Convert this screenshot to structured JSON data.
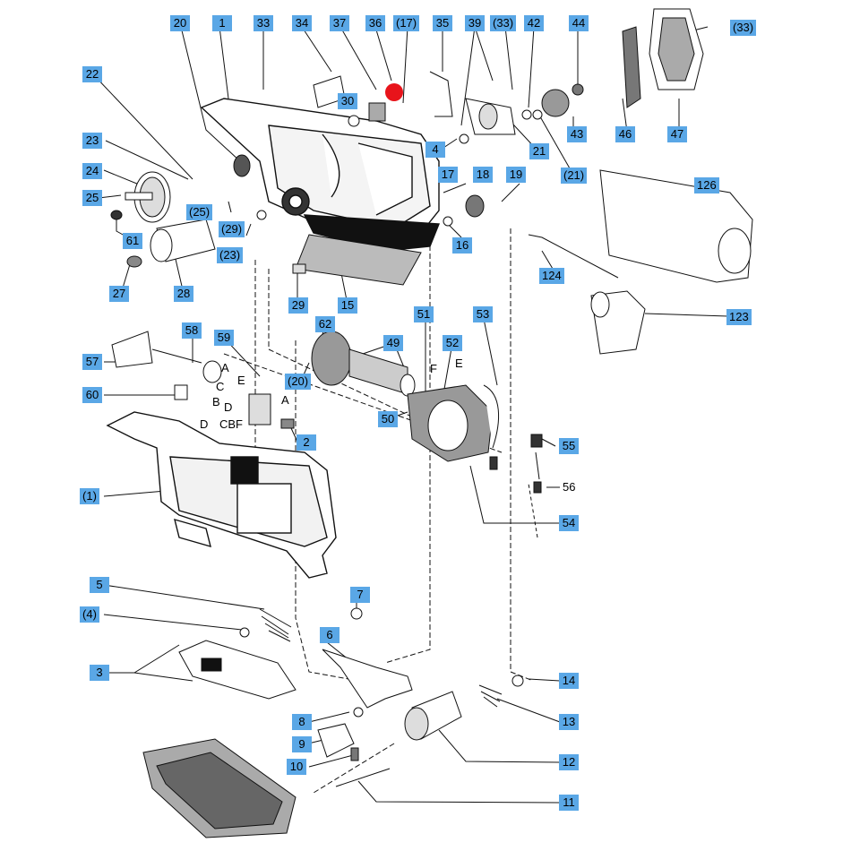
{
  "labels": {
    "l20": "20",
    "l1": "1",
    "l33a": "33",
    "l34": "34",
    "l37": "37",
    "l36": "36",
    "l17a": "(17)",
    "l35": "35",
    "l39": "39",
    "l33b": "(33)",
    "l42": "42",
    "l44": "44",
    "l33c": "(33)",
    "l22": "22",
    "l30": "30",
    "l23": "23",
    "l24": "24",
    "l25": "25",
    "l25b": "(25)",
    "l29b": "(29)",
    "l61": "61",
    "l23b": "(23)",
    "l27": "27",
    "l28": "28",
    "l4": "4",
    "l21": "21",
    "l43": "43",
    "l46": "46",
    "l47": "47",
    "l21b": "(21)",
    "l17": "17",
    "l18": "18",
    "l19": "19",
    "l16": "16",
    "l126": "126",
    "l124": "124",
    "l29": "29",
    "l15": "15",
    "l123": "123",
    "l62": "62",
    "l49": "49",
    "l51": "51",
    "l53": "53",
    "l52": "52",
    "l58": "58",
    "l59": "59",
    "l57": "57",
    "l20b": "(20)",
    "l60": "60",
    "l50": "50",
    "l2": "2",
    "l55": "55",
    "l56": "56",
    "l1b": "(1)",
    "l54": "54",
    "l7": "7",
    "l5": "5",
    "l4b": "(4)",
    "l6": "6",
    "l3": "3",
    "l14": "14",
    "l8": "8",
    "l13": "13",
    "l9": "9",
    "l12": "12",
    "l10": "10",
    "l11": "11"
  },
  "wire_letters": {
    "a1": "A",
    "c": "C",
    "b": "B",
    "e1": "E",
    "a2": "A",
    "d1": "D",
    "cbf": "CBF",
    "d2": "D",
    "f": "F",
    "e2": "E"
  },
  "highlight_color": "#e8141b",
  "label_color": "#5aa7e6"
}
